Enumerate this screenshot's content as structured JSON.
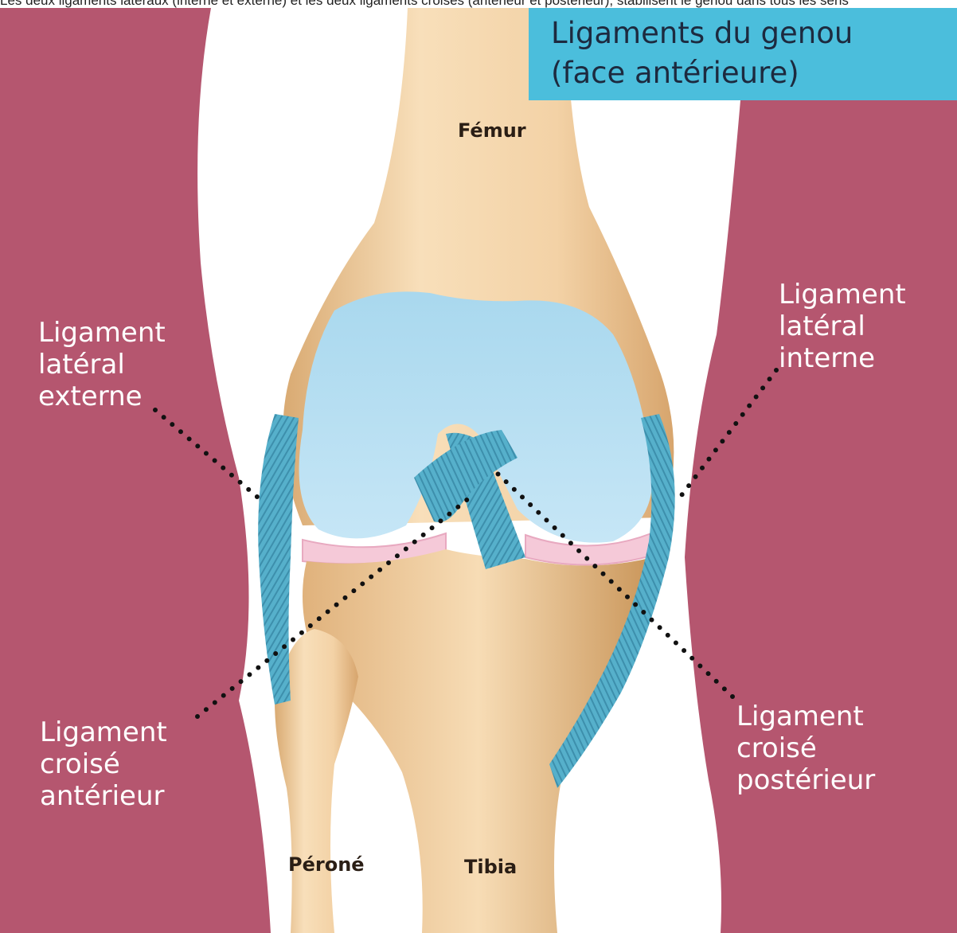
{
  "top_caption": "Les deux ligaments latéraux (interne et externe) et les deux ligaments croisés (antérieur et postérieur), stabilisent le genou dans tous les sens",
  "title": {
    "line1": "Ligaments du genou",
    "line2": "(face antérieure)"
  },
  "bones": {
    "femur": "Fémur",
    "perone": "Péroné",
    "tibia": "Tibia"
  },
  "labels": {
    "lateral_externe": [
      "Ligament",
      "latéral",
      "externe"
    ],
    "lateral_interne": [
      "Ligament",
      "latéral",
      "interne"
    ],
    "croise_anterieur": [
      "Ligament",
      "croisé",
      "antérieur"
    ],
    "croise_posterieur": [
      "Ligament",
      "croisé",
      "postérieur"
    ]
  },
  "colors": {
    "skin": "#b5566f",
    "bone": "#f3d2a6",
    "cartilage": "#b5dcef",
    "meniscus": "#f5c9d8",
    "ligament": "#4fa9c4",
    "title_bg": "#4bbedc",
    "title_text": "#1d2a3f"
  }
}
